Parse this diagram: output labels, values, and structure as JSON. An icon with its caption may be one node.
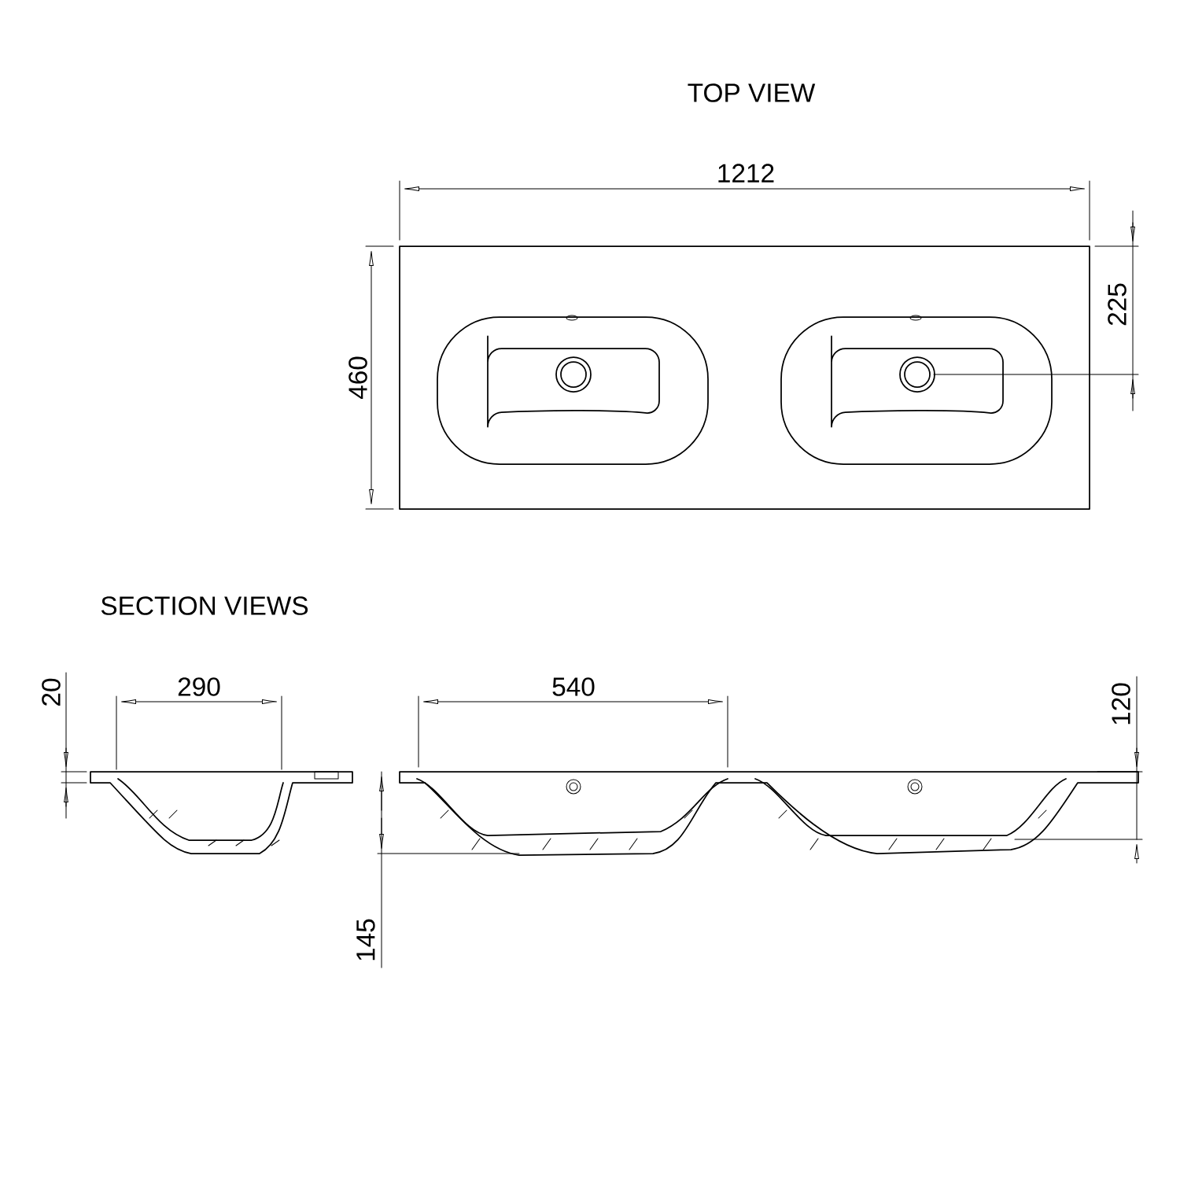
{
  "diagram": {
    "labels": [
      "TOP VIEW",
      "1212",
      "225",
      "460",
      "SECTION VIEWS",
      "20",
      "290",
      "540",
      "120",
      "145"
    ]
  }
}
